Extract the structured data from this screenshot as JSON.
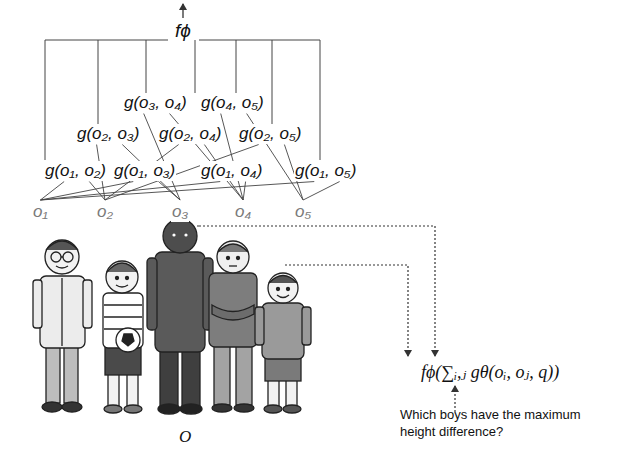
{
  "diagram": {
    "labels": [
      "fϕ",
      "g(o₃, o₄)",
      "g(o₄, o₅)",
      "g(o₂, o₃)",
      "g(o₂, o₄)",
      "g(o₂, o₅)",
      "g(o₁, o₂)",
      "g(o₁, o₃)",
      "g(o₁, o₄)",
      "g(o₁, o₅)",
      "o₁",
      "o₂",
      "o₃",
      "o₄",
      "o₅",
      "fϕ(∑ᵢ,ⱼ gθ(oᵢ, oⱼ, q))",
      "Which boys have the maximum height difference?",
      "O"
    ]
  }
}
